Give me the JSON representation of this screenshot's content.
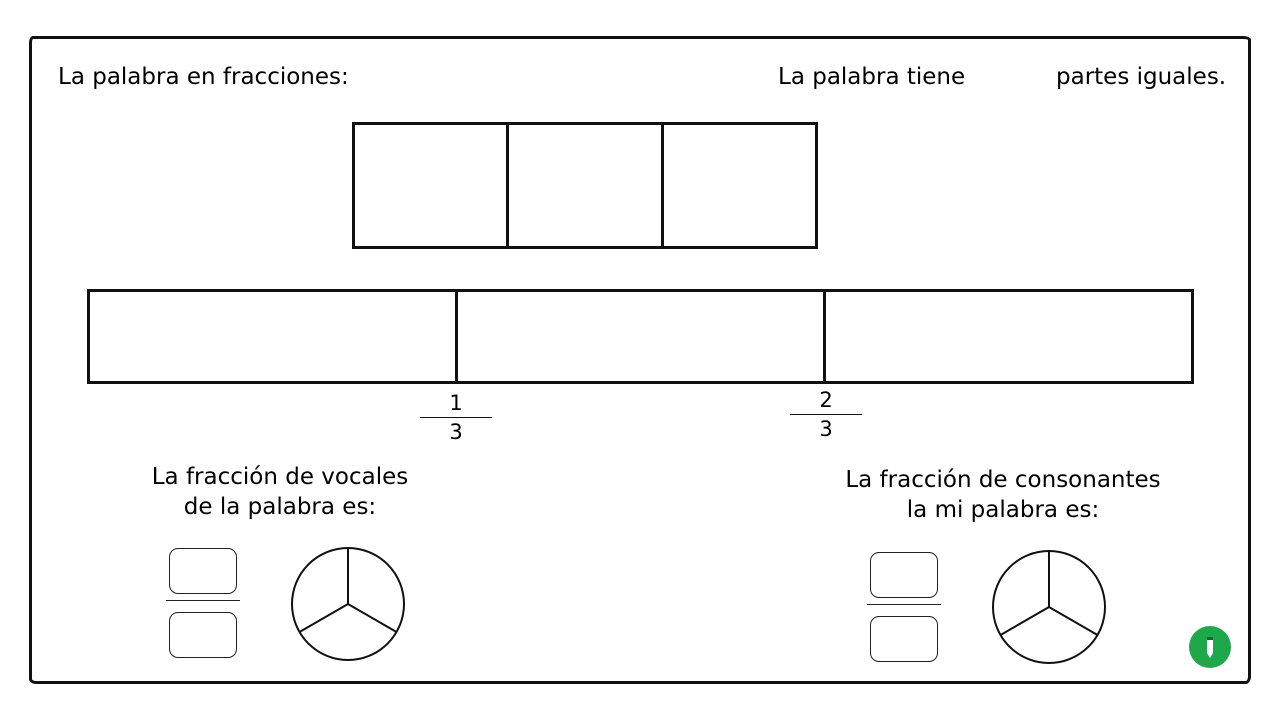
{
  "header": {
    "left_label": "La palabra en fracciones:",
    "right_label_start": "La palabra tiene",
    "right_label_end": "partes iguales."
  },
  "number_line": {
    "ticks": [
      {
        "numerator": "1",
        "denominator": "3",
        "value": 0.3333
      },
      {
        "numerator": "2",
        "denominator": "3",
        "value": 0.6667
      }
    ]
  },
  "vowels": {
    "line1": "La fracción de vocales",
    "line2": "de la palabra es:"
  },
  "consonants": {
    "line1": "La fracción de consonantes",
    "line2": "la mi palabra es:"
  },
  "colors": {
    "ink": "#111111",
    "logo": "#1fa84a"
  },
  "icons": {
    "logo": "pencil-logo-icon"
  }
}
